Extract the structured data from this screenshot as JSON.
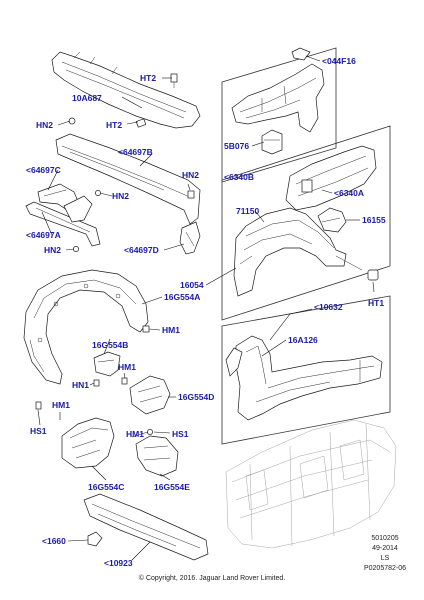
{
  "callouts": {
    "ht2_top": "HT2",
    "p10a687": "10A687",
    "hn2_left": "HN2",
    "ht2_mid": "HT2",
    "p64697b": "<64697B",
    "p64697c": "<64697C",
    "hn2_mid": "HN2",
    "hn2_right": "HN2",
    "p64697a": "<64697A",
    "hn2_low": "HN2",
    "p64697d": "<64697D",
    "p044f16": "<044F16",
    "p5b076": "5B076",
    "p6340b": "<6340B",
    "p6340a": "<6340A",
    "p71150": "71150",
    "p16155": "16155",
    "p16054": "16054",
    "ht1": "HT1",
    "p10632": "<10632",
    "p16g554a": "16G554A",
    "hm1_a": "HM1",
    "p16g554b": "16G554B",
    "hm1_b": "HM1",
    "hn1": "HN1",
    "p16g554d": "16G554D",
    "hm1_c": "HM1",
    "hs1_left": "HS1",
    "hm1_d": "HM1",
    "hs1_right": "HS1",
    "p16a126": "16A126",
    "p16g554c": "16G554C",
    "p16g554e": "16G554E",
    "p1660": "<1660",
    "p10923": "<10923"
  },
  "meta": {
    "line1": "5010205",
    "line2": "49-2014",
    "line3": "LS",
    "line4": "P0205782-06"
  },
  "copyright": "© Copyright, 2016. Jaguar Land Rover Limited.",
  "colors": {
    "callout": "#1a1aa8",
    "line": "#1a1a1a",
    "ghost": "#9a9a9a"
  }
}
